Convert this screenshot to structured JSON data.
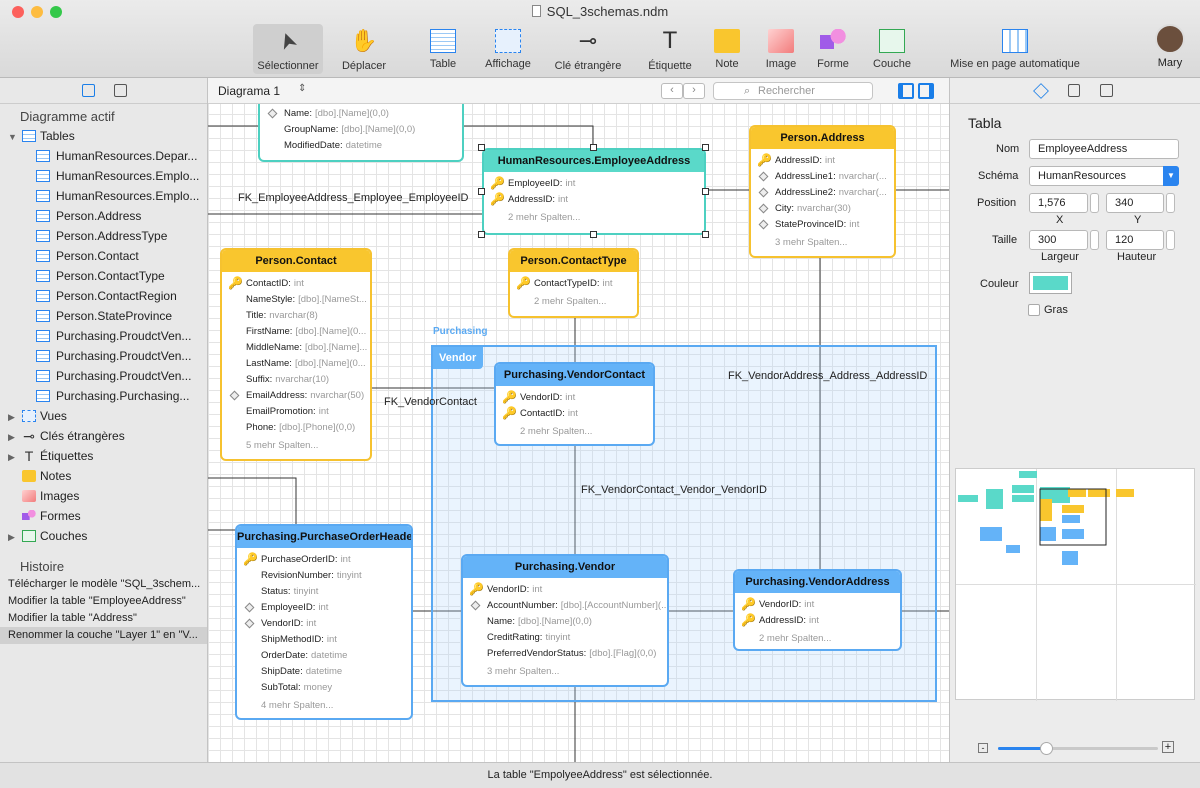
{
  "window": {
    "title": "SQL_3schemas.ndm"
  },
  "toolbar": [
    {
      "name": "select",
      "label": "Sélectionner",
      "icon": "cursor-icon"
    },
    {
      "name": "move",
      "label": "Déplacer",
      "icon": "hand-icon"
    },
    {
      "name": "table",
      "label": "Table",
      "icon": "table-icon"
    },
    {
      "name": "view",
      "label": "Affichage",
      "icon": "view-icon"
    },
    {
      "name": "foreign-key",
      "label": "Clé étrangère",
      "icon": "foreign-key-icon"
    },
    {
      "name": "label",
      "label": "Étiquette",
      "icon": "text-icon"
    },
    {
      "name": "note",
      "label": "Note",
      "icon": "note-icon"
    },
    {
      "name": "image",
      "label": "Image",
      "icon": "image-icon"
    },
    {
      "name": "shape",
      "label": "Forme",
      "icon": "shape-icon"
    },
    {
      "name": "layer",
      "label": "Couche",
      "icon": "layer-icon"
    },
    {
      "name": "auto-layout",
      "label": "Mise en page automatique",
      "icon": "auto-layout-icon"
    }
  ],
  "user": {
    "name": "Mary"
  },
  "sidebar": {
    "section_title": "Diagramme actif",
    "tables_label": "Tables",
    "tables": [
      "HumanResources.Depar...",
      "HumanResources.Emplo...",
      "HumanResources.Emplo...",
      "Person.Address",
      "Person.AddressType",
      "Person.Contact",
      "Person.ContactType",
      "Person.ContactRegion",
      "Person.StateProvince",
      "Purchasing.ProudctVen...",
      "Purchasing.ProudctVen...",
      "Purchasing.ProudctVen...",
      "Purchasing.Purchasing..."
    ],
    "groups": [
      {
        "label": "Vues",
        "expandable": true,
        "icon": "view-icon"
      },
      {
        "label": "Clés étrangères",
        "expandable": true,
        "icon": "foreign-key-icon"
      },
      {
        "label": "Étiquettes",
        "expandable": true,
        "icon": "text-icon"
      },
      {
        "label": "Notes",
        "expandable": false,
        "icon": "note-icon"
      },
      {
        "label": "Images",
        "expandable": false,
        "icon": "image-icon"
      },
      {
        "label": "Formes",
        "expandable": false,
        "icon": "shape-icon"
      },
      {
        "label": "Couches",
        "expandable": true,
        "icon": "layer-icon"
      }
    ],
    "history_title": "Histoire",
    "history": [
      "Télécharger le modèle \"SQL_3schem...",
      "Modifier la table \"EmployeeAddress\"",
      "Modifier la table \"Address\"",
      "Renommer la couche \"Layer 1\" en \"V..."
    ],
    "history_selected": 3
  },
  "canvas": {
    "diagram_name": "Diagrama 1",
    "search_placeholder": "Rechercher",
    "layer_label": "Purchasing",
    "group_label": "Vendor",
    "relations": [
      "FK_EmployeeAddress_Employee_EmployeeID",
      "FK_VendorContact",
      "FK_VendorAddress_Address_AddressID",
      "FK_VendorContact_Vendor_VendorID"
    ],
    "tables": [
      {
        "name": "",
        "color": "teal",
        "fields": [
          {
            "n": "Name:",
            "t": "[dbo].[Name](0,0)",
            "icon": "diamond"
          },
          {
            "n": "GroupName:",
            "t": "[dbo].[Name](0,0)",
            "icon": ""
          },
          {
            "n": "ModifiedDate:",
            "t": "datetime",
            "icon": ""
          }
        ],
        "more": ""
      },
      {
        "name": "HumanResources.EmployeeAddress",
        "color": "teal",
        "fields": [
          {
            "n": "EmployeeID:",
            "t": "int",
            "icon": "key"
          },
          {
            "n": "AddressID:",
            "t": "int",
            "icon": "key"
          }
        ],
        "more": "2 mehr Spalten..."
      },
      {
        "name": "Person.Address",
        "color": "yellow",
        "fields": [
          {
            "n": "AddressID:",
            "t": "int",
            "icon": "key"
          },
          {
            "n": "AddressLine1:",
            "t": "nvarchar(...",
            "icon": "diamond"
          },
          {
            "n": "AddressLine2:",
            "t": "nvarchar(...",
            "icon": "diamond"
          },
          {
            "n": "City:",
            "t": "nvarchar(30)",
            "icon": "diamond"
          },
          {
            "n": "StateProvinceID:",
            "t": "int",
            "icon": "diamond"
          }
        ],
        "more": "3 mehr Spalten..."
      },
      {
        "name": "Person.Contact",
        "color": "yellow",
        "fields": [
          {
            "n": "ContactID:",
            "t": "int",
            "icon": "key"
          },
          {
            "n": "NameStyle:",
            "t": "[dbo].[NameSt...",
            "icon": ""
          },
          {
            "n": "Title:",
            "t": "nvarchar(8)",
            "icon": ""
          },
          {
            "n": "FirstName:",
            "t": "[dbo].[Name](0...",
            "icon": ""
          },
          {
            "n": "MiddleName:",
            "t": "[dbo].[Name]...",
            "icon": ""
          },
          {
            "n": "LastName:",
            "t": "[dbo].[Name](0...",
            "icon": ""
          },
          {
            "n": "Suffix:",
            "t": "nvarchar(10)",
            "icon": ""
          },
          {
            "n": "EmailAddress:",
            "t": "nvarchar(50)",
            "icon": "diamond"
          },
          {
            "n": "EmailPromotion:",
            "t": "int",
            "icon": ""
          },
          {
            "n": "Phone:",
            "t": "[dbo].[Phone](0,0)",
            "icon": ""
          }
        ],
        "more": "5 mehr Spalten..."
      },
      {
        "name": "Person.ContactType",
        "color": "yellow",
        "fields": [
          {
            "n": "ContactTypeID:",
            "t": "int",
            "icon": "key"
          }
        ],
        "more": "2 mehr Spalten..."
      },
      {
        "name": "Purchasing.VendorContact",
        "color": "blue",
        "fields": [
          {
            "n": "VendorID:",
            "t": "int",
            "icon": "key"
          },
          {
            "n": "ContactID:",
            "t": "int",
            "icon": "key"
          }
        ],
        "more": "2 mehr Spalten..."
      },
      {
        "name": "Purchasing.PurchaseOrderHeader",
        "color": "blue",
        "fields": [
          {
            "n": "PurchaseOrderID:",
            "t": "int",
            "icon": "key"
          },
          {
            "n": "RevisionNumber:",
            "t": "tinyint",
            "icon": ""
          },
          {
            "n": "Status:",
            "t": "tinyint",
            "icon": ""
          },
          {
            "n": "EmployeeID:",
            "t": "int",
            "icon": "diamond"
          },
          {
            "n": "VendorID:",
            "t": "int",
            "icon": "diamond"
          },
          {
            "n": "ShipMethodID:",
            "t": "int",
            "icon": ""
          },
          {
            "n": "OrderDate:",
            "t": "datetime",
            "icon": ""
          },
          {
            "n": "ShipDate:",
            "t": "datetime",
            "icon": ""
          },
          {
            "n": "SubTotal:",
            "t": "money",
            "icon": ""
          }
        ],
        "more": "4 mehr Spalten..."
      },
      {
        "name": "Purchasing.Vendor",
        "color": "blue",
        "fields": [
          {
            "n": "VendorID:",
            "t": "int",
            "icon": "key"
          },
          {
            "n": "AccountNumber:",
            "t": "[dbo].[AccountNumber](...",
            "icon": "diamond"
          },
          {
            "n": "Name:",
            "t": "[dbo].[Name](0,0)",
            "icon": ""
          },
          {
            "n": "CreditRating:",
            "t": "tinyint",
            "icon": ""
          },
          {
            "n": "PreferredVendorStatus:",
            "t": "[dbo].[Flag](0,0)",
            "icon": ""
          }
        ],
        "more": "3 mehr Spalten..."
      },
      {
        "name": "Purchasing.VendorAddress",
        "color": "blue",
        "fields": [
          {
            "n": "VendorID:",
            "t": "int",
            "icon": "key"
          },
          {
            "n": "AddressID:",
            "t": "int",
            "icon": "key"
          }
        ],
        "more": "2 mehr Spalten..."
      }
    ]
  },
  "inspector": {
    "title": "Tabla",
    "name_label": "Nom",
    "name_value": "EmployeeAddress",
    "schema_label": "Schéma",
    "schema_value": "HumanResources",
    "position_label": "Position",
    "pos_x": "1,576",
    "pos_y": "340",
    "x_label": "X",
    "y_label": "Y",
    "size_label": "Taille",
    "width": "300",
    "height": "120",
    "width_label": "Largeur",
    "height_label": "Hauteur",
    "color_label": "Couleur",
    "color_value": "#5ad9c9",
    "shadow_label": "Gras",
    "shadow_checked": false,
    "zoom_level": 0.3
  },
  "status": "La table \"EmpolyeeAddress\" est sélectionnée.",
  "colors": {
    "yellow": "#f9c62e",
    "blue": "#64b3f8",
    "teal": "#5ad9c9"
  }
}
